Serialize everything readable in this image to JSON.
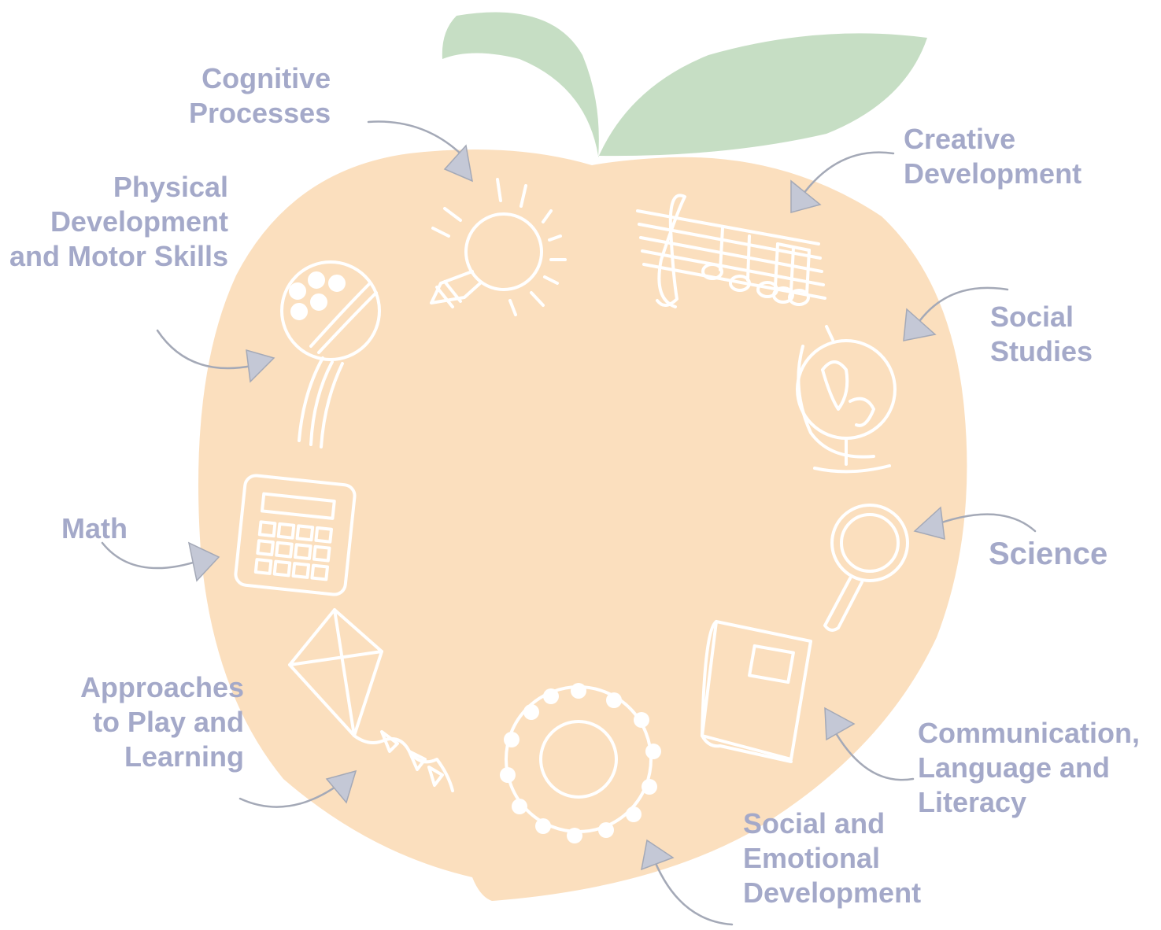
{
  "colors": {
    "peach": "#fbdfbe",
    "leaf": "#c6dec4",
    "label": "#a4a9c9",
    "arrow": "#a4a9b7",
    "icon": "#ffffff"
  },
  "labels": {
    "cognitive": "Cognitive\nProcesses",
    "physical": "Physical\nDevelopment\nand Motor Skills",
    "math": "Math",
    "approaches": "Approaches\nto Play and\nLearning",
    "creative": "Creative\nDevelopment",
    "social_studies": "Social\nStudies",
    "science": "Science",
    "communication": "Communication,\nLanguage and\nLiteracy",
    "social_emotional": "Social and\nEmotional\nDevelopment"
  },
  "icons": [
    "lightbulb-icon",
    "music-notes-icon",
    "ball-icon",
    "globe-icon",
    "calculator-icon",
    "magnifying-glass-icon",
    "kite-icon",
    "book-icon",
    "people-circle-icon"
  ]
}
